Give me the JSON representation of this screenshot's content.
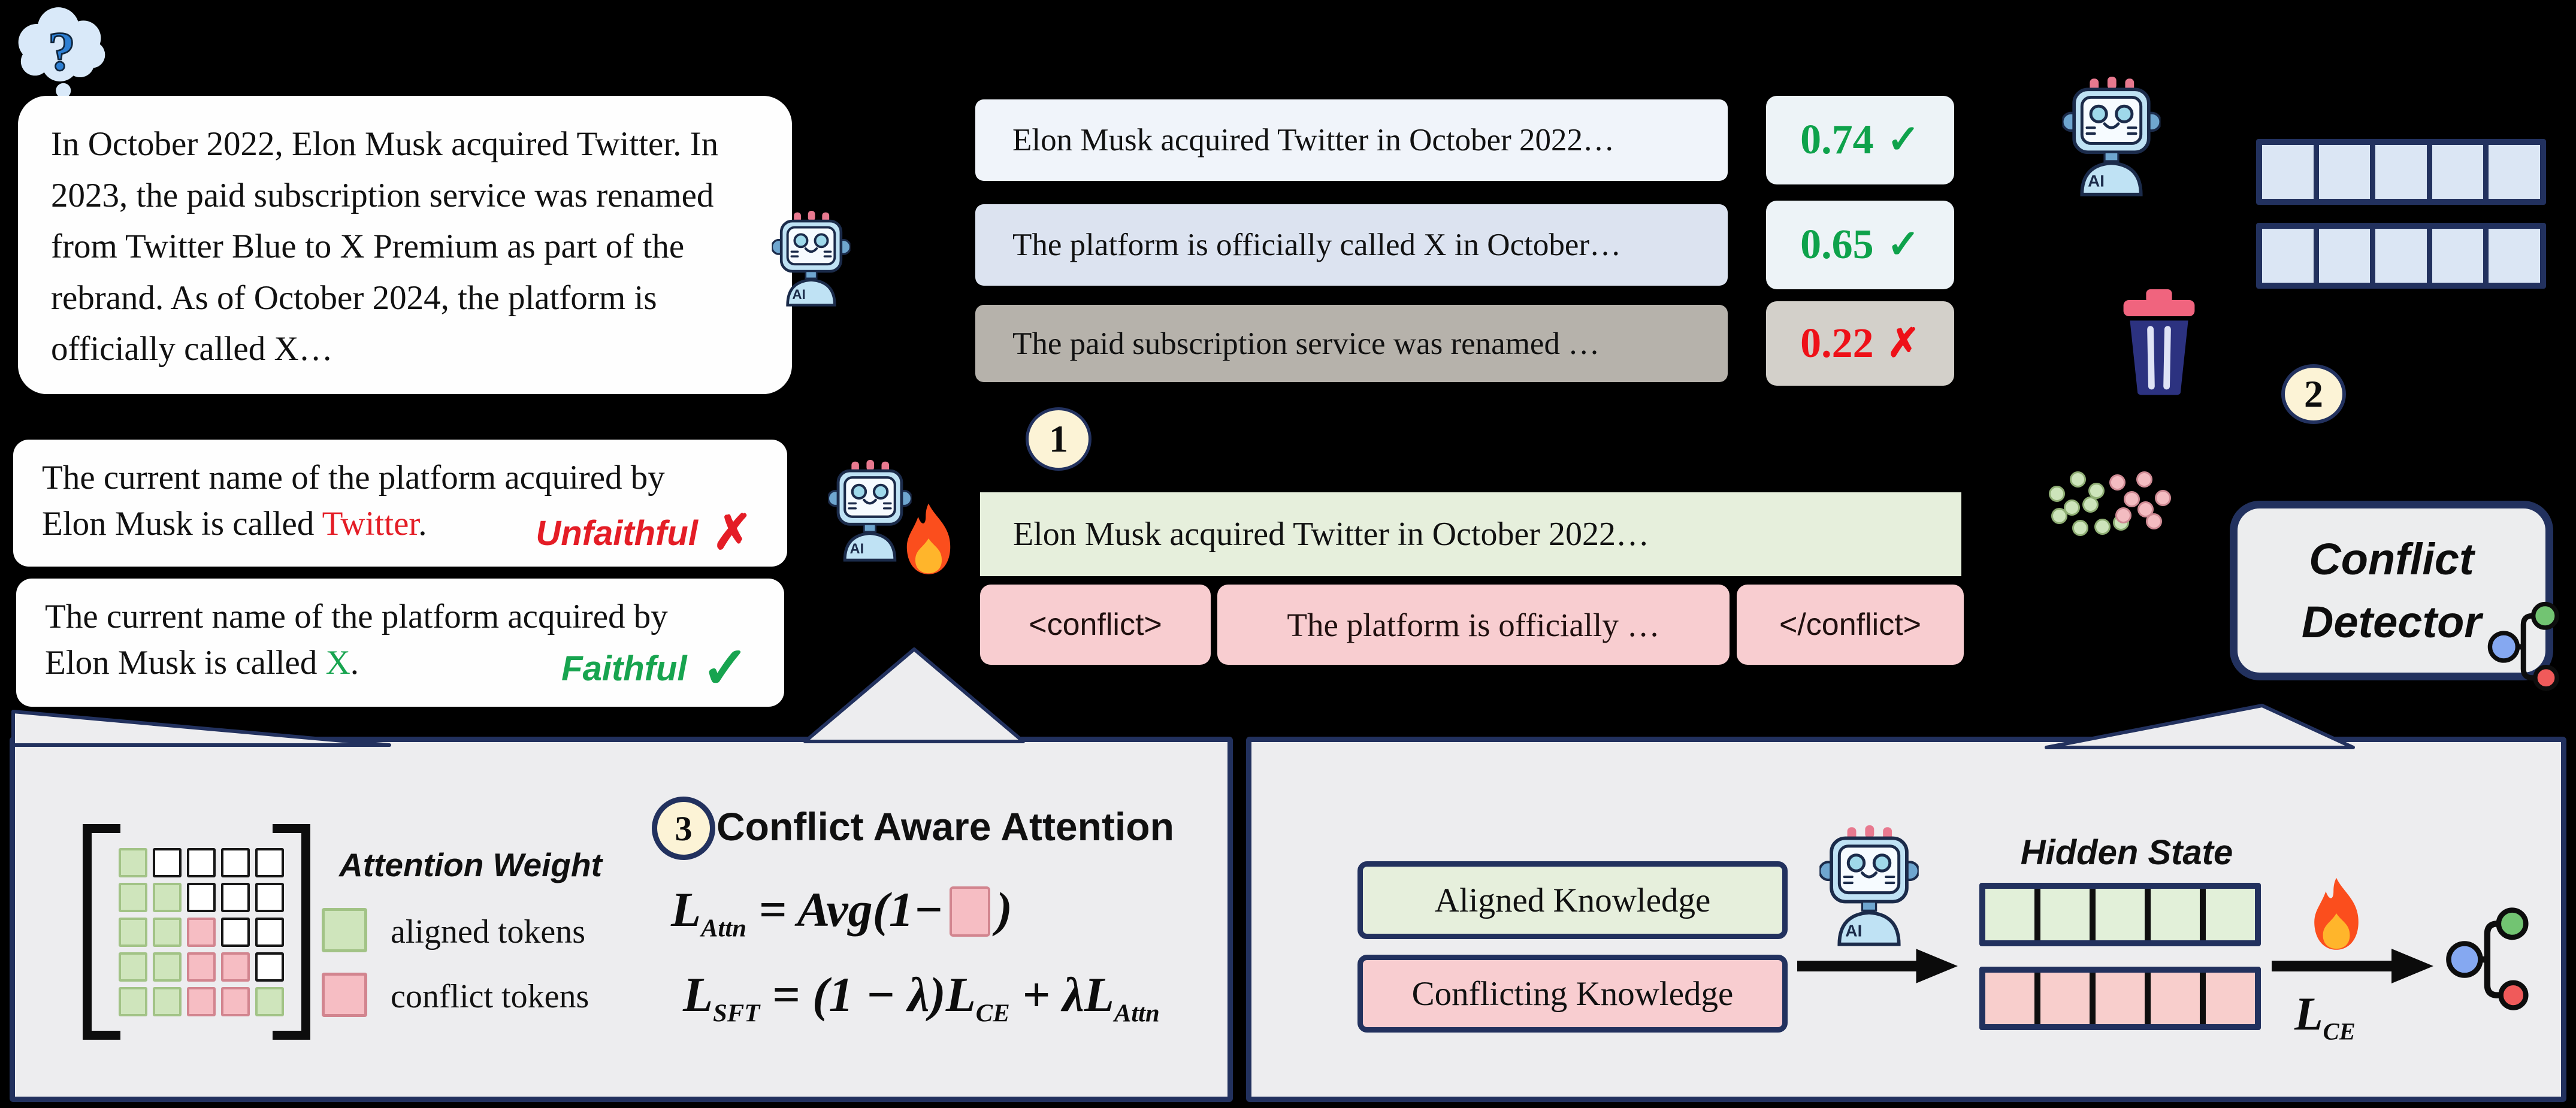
{
  "colors": {
    "background": "#000000",
    "navy_border": "#22315e",
    "green_fill": "#e6efdc",
    "pink_fill": "#f8cdd0",
    "blue_cell": "#dbe6f4",
    "check_green": "#0ea24b",
    "cross_red": "#ee1118",
    "badge_cream": "#fcf3d6",
    "panel_gray": "#ededef"
  },
  "icons": {
    "question_mark": "?",
    "robot_label": "AI"
  },
  "context_box": {
    "text": "In October 2022, Elon Musk acquired Twitter. In 2023, the paid subscription service was renamed from Twitter Blue to X Premium as part of the rebrand. As of October 2024, the platform is officially called X…"
  },
  "outputs": {
    "unfaithful": {
      "line1": "The current name of the platform acquired by",
      "line2_prefix": "Elon Musk is called ",
      "highlight": "Twitter",
      "period": ".",
      "label": "Unfaithful",
      "mark": "✗"
    },
    "faithful": {
      "line1": "The current name of the platform acquired by",
      "line2_prefix": "Elon Musk is called ",
      "highlight": "X",
      "period": ".",
      "label": "Faithful",
      "mark": "✓"
    }
  },
  "candidates": {
    "rows": [
      {
        "text": "Elon Musk acquired Twitter in October 2022…",
        "score": "0.74",
        "mark": "✓",
        "status": "pass"
      },
      {
        "text": "The platform is officially called X in October…",
        "score": "0.65",
        "mark": "✓",
        "status": "pass"
      },
      {
        "text": "The paid subscription service was renamed …",
        "score": "0.22",
        "mark": "✗",
        "status": "fail"
      }
    ]
  },
  "steps": {
    "one": "1",
    "two": "2",
    "three": "3"
  },
  "selected": {
    "aligned_text": "Elon Musk acquired Twitter in October 2022…",
    "conflict_open": "<conflict>",
    "conflict_text": "The platform is officially …",
    "conflict_close": "</conflict>"
  },
  "conflict_detector": {
    "line1": "Conflict",
    "line2": "Detector"
  },
  "attention_panel": {
    "title": "Attention Weight",
    "matrix_rows": [
      "g....",
      "gg...",
      "ggp..",
      "ggpp.",
      "ggppg"
    ],
    "legend": [
      {
        "swatch": "green",
        "label": "aligned tokens"
      },
      {
        "swatch": "pink",
        "label": "conflict tokens"
      }
    ],
    "heading": "Conflict Aware Attention",
    "f1": {
      "l": "L",
      "sub": "Attn",
      "eq": "= Avg(1−",
      "close": ")"
    },
    "f2": {
      "l1": "L",
      "sub1": "SFT",
      "mid1": "= (1 − λ)L",
      "sub2": "CE",
      "mid2": "+ λL",
      "sub3": "Attn"
    }
  },
  "knowledge_panel": {
    "aligned": "Aligned Knowledge",
    "conflicting": "Conflicting Knowledge",
    "hidden_title": "Hidden State",
    "loss_l": "L",
    "loss_sub": "CE"
  },
  "dots": {
    "green": [
      [
        23,
        10
      ],
      [
        38,
        29
      ],
      [
        6,
        33
      ],
      [
        33,
        50
      ],
      [
        8,
        69
      ],
      [
        25,
        88
      ],
      [
        43,
        86
      ],
      [
        58,
        79
      ],
      [
        18,
        55
      ]
    ],
    "pink": [
      [
        55,
        15
      ],
      [
        77,
        10
      ],
      [
        67,
        42
      ],
      [
        78,
        58
      ],
      [
        92,
        40
      ],
      [
        85,
        77
      ],
      [
        60,
        68
      ]
    ]
  }
}
